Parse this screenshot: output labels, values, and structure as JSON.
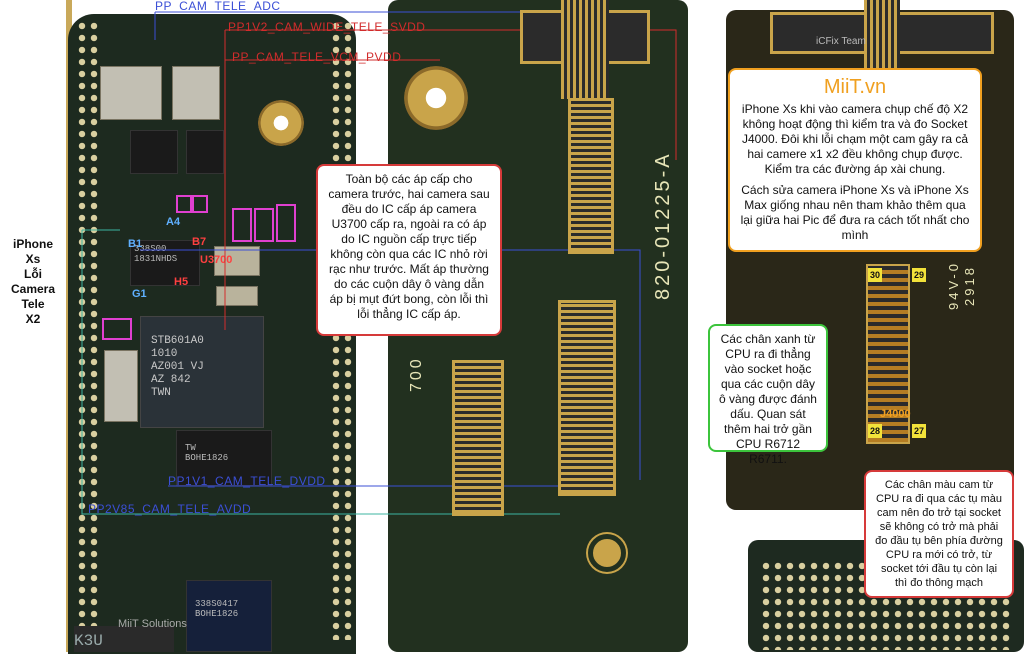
{
  "brand": {
    "title": "MiiT.vn",
    "watermark_top": "iCFix Team",
    "watermark_bottom": "MiiT Solutions"
  },
  "side_label": {
    "line1": "iPhone",
    "line2": "Xs",
    "line3": "Lỗi",
    "line4": "Camera",
    "line5": "Tele",
    "line6": "X2"
  },
  "nets": {
    "adc": "PP_CAM_TELE_ADC",
    "vcm": "PP_CAM_TELE_VCM_PVDD",
    "sdcam": "PP1V2_CAM_WIDE_TELE_SVDD",
    "dvdd": "PP1V1_CAM_TELE_DVDD",
    "avdd": "PP2V85_CAM_TELE_AVDD"
  },
  "notes": {
    "middle": "Toàn bộ các áp cấp cho camera trước, hai camera sau đều do IC cấp áp camera U3700 cấp ra, ngoài ra có áp do IC nguồn cấp trực tiếp không còn qua các IC nhỏ rời rạc như trước. Mất áp thường do các cuộn dây ô vàng dẫn áp bị mụt đứt bong, còn lỗi thì lỗi thẳng IC cấp áp.",
    "top_right_p1": "iPhone Xs khi vào camera chụp chế độ X2 không hoạt động thì kiểm tra và đo Socket J4000. Đôi khi lỗi chạm một cam gây ra cả hai camere x1 x2 đều không chụp được. Kiểm tra các đường áp xài chung.",
    "top_right_p2": "Cách sửa camera iPhone Xs và iPhone Xs Max giống nhau nên tham khảo thêm qua lại giữa hai Pic để đưa ra cách tốt nhất cho mình",
    "green": "Các chân xanh từ CPU ra đi thẳng vào socket hoặc qua các cuộn dây ô vàng được đánh dấu. Quan sát thêm hai trở gần CPU R6712 R6711.",
    "bottom_right": "Các chân màu cam từ CPU ra đi qua các tụ màu cam nên đo trở tại socket sẽ không có trở mà phải đo đầu tụ bên phía đường CPU ra mới có trở, từ socket tới đầu tụ còn lại thì đo thông mạch"
  },
  "labels": {
    "a4": "A4",
    "b7": "B7",
    "b1": "B1",
    "g1": "G1",
    "h5": "H5",
    "u3700": "U3700",
    "j4000": "J4000",
    "p30": "30",
    "p29": "29",
    "p28": "28",
    "p27": "27"
  },
  "chip_text": {
    "st_lines": [
      "STB601A0",
      "1010",
      "AZ001  VJ",
      "AZ 842",
      "TWN"
    ],
    "small1": "338S00",
    "small2": "1831NHDS",
    "bohe": "BOHE1826",
    "bottom1": "338S0417",
    "bottom2": "BOHE1826",
    "k3": "K3U",
    "tw": "TW"
  },
  "board_text": {
    "part": "820-01225-A",
    "n700": "700",
    "n94v": "94V-0",
    "n2918": "2918"
  },
  "colors": {
    "red_border": "#d63a3a",
    "orange_border": "#f0a020",
    "green_border": "#3cc43c",
    "net_blue": "#3b4fd6",
    "net_red": "#d22c2c",
    "brand_orange": "#f0a020"
  }
}
